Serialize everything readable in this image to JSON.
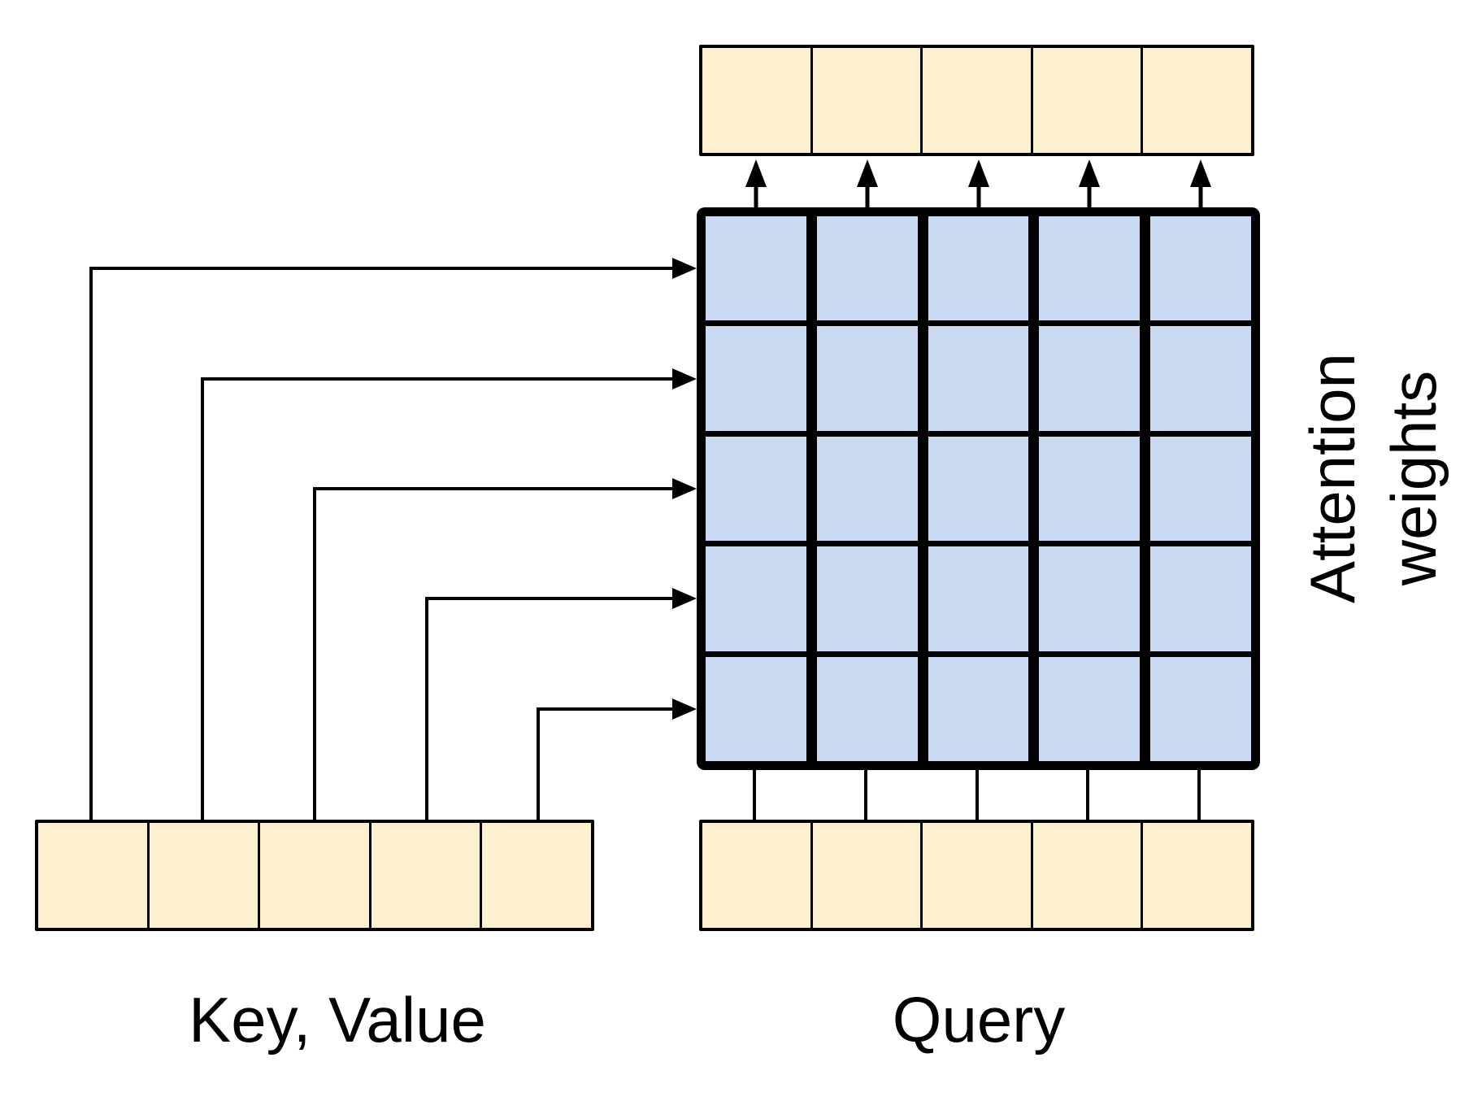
{
  "labels": {
    "key_value": "Key, Value",
    "query": "Query",
    "attention_weights": "Attention\nweights"
  },
  "colors": {
    "background": "#FFFFFF",
    "token_fill": "#FCF0CE",
    "matrix_fill": "#CBDAF3",
    "line": "#000000"
  },
  "matrix": {
    "rows": 5,
    "cols": 5
  },
  "token_rows": {
    "output_cells": 5,
    "query_cells": 5,
    "key_value_cells": 5
  },
  "arrows": {
    "kv_to_matrix": 5,
    "matrix_to_output": 5,
    "query_to_matrix": 5
  }
}
